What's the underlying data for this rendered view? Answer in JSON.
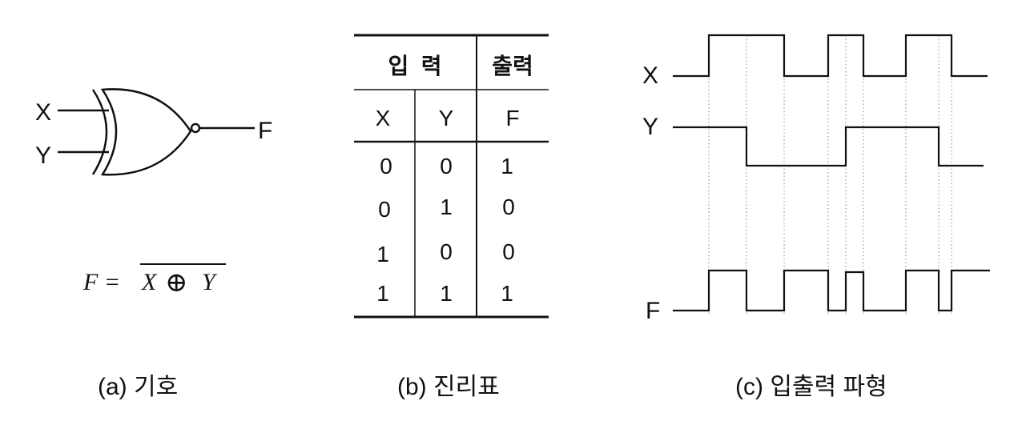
{
  "symbol": {
    "input_x": "X",
    "input_y": "Y",
    "output": "F",
    "formula_lhs": "F =",
    "formula_x": "X",
    "formula_op": "⊕",
    "formula_y": "Y",
    "caption": "(a) 기호"
  },
  "truth_table": {
    "header_input": "입  력",
    "header_output": "출력",
    "columns": [
      "X",
      "Y",
      "F"
    ],
    "rows": [
      [
        "0",
        "0",
        "1"
      ],
      [
        "0",
        "1",
        "0"
      ],
      [
        "1",
        "0",
        "0"
      ],
      [
        "1",
        "1",
        "1"
      ]
    ],
    "caption": "(b) 진리표"
  },
  "waveform": {
    "labels": [
      "X",
      "Y",
      "F"
    ],
    "caption": "(c) 입출력 파형"
  }
}
